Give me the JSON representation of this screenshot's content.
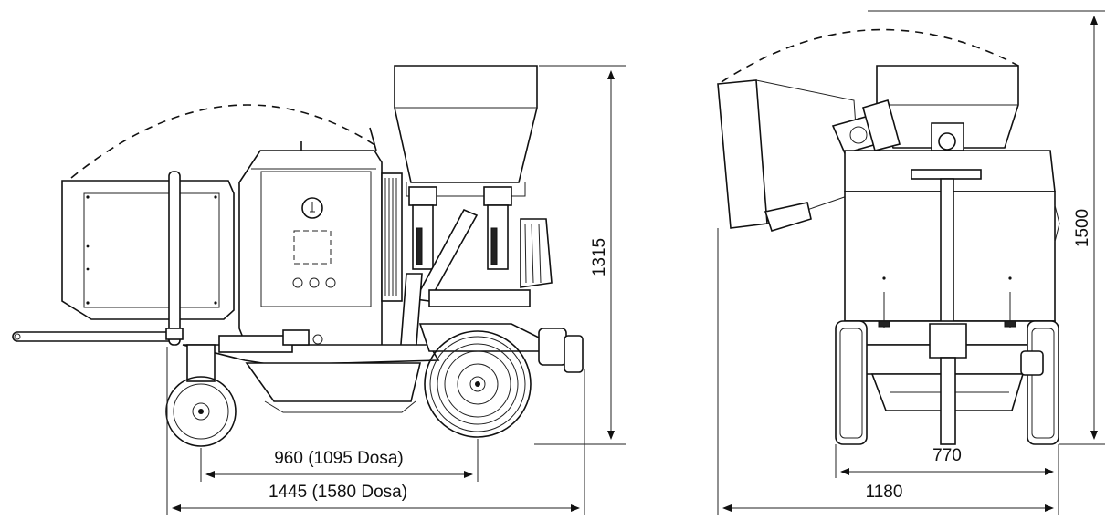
{
  "dimensions": {
    "side_height": "1315",
    "side_wheelbase": "960 (1095 Dosa)",
    "side_axle_length": "1445 (1580 Dosa)",
    "front_height": "1500",
    "front_track": "770",
    "front_width": "1180"
  }
}
